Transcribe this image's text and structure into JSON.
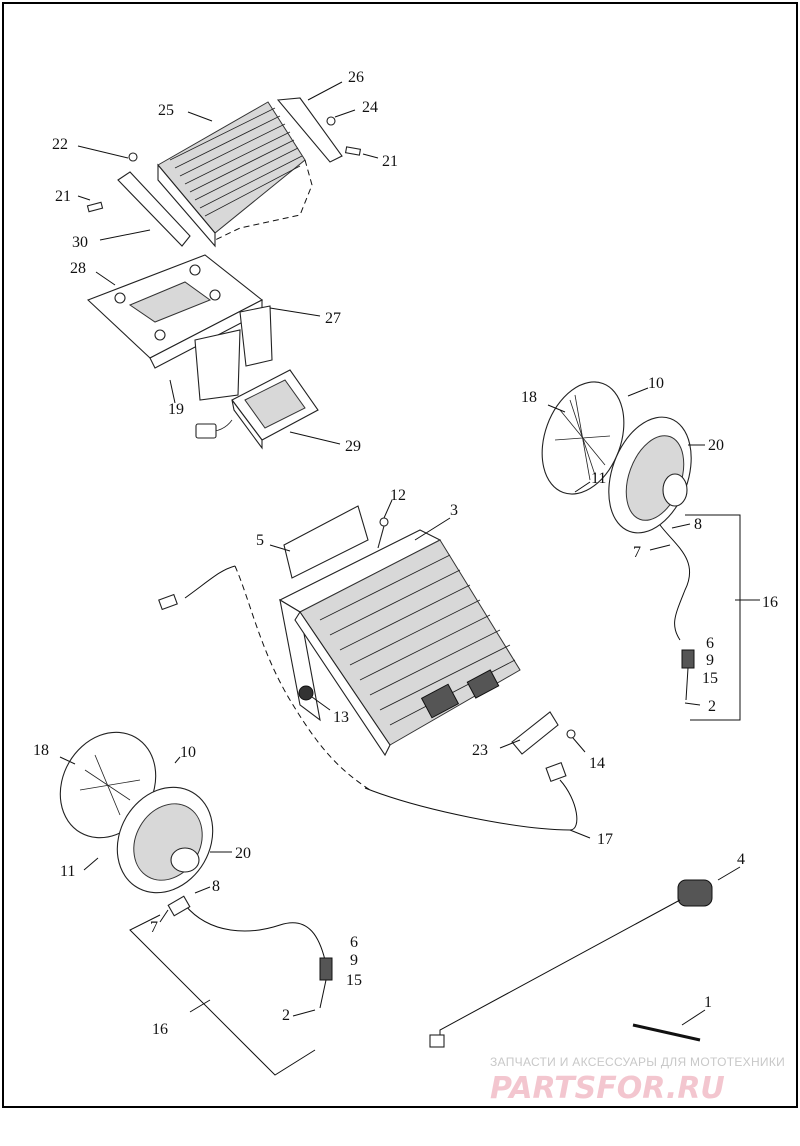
{
  "callouts": [
    {
      "n": "1"
    },
    {
      "n": "2"
    },
    {
      "n": "2"
    },
    {
      "n": "3"
    },
    {
      "n": "4"
    },
    {
      "n": "5"
    },
    {
      "n": "6"
    },
    {
      "n": "9"
    },
    {
      "n": "15"
    },
    {
      "n": "6"
    },
    {
      "n": "9"
    },
    {
      "n": "15"
    },
    {
      "n": "7"
    },
    {
      "n": "7"
    },
    {
      "n": "8"
    },
    {
      "n": "8"
    },
    {
      "n": "10"
    },
    {
      "n": "10"
    },
    {
      "n": "11"
    },
    {
      "n": "11"
    },
    {
      "n": "12"
    },
    {
      "n": "13"
    },
    {
      "n": "14"
    },
    {
      "n": "16"
    },
    {
      "n": "16"
    },
    {
      "n": "17"
    },
    {
      "n": "18"
    },
    {
      "n": "18"
    },
    {
      "n": "19"
    },
    {
      "n": "20"
    },
    {
      "n": "20"
    },
    {
      "n": "21"
    },
    {
      "n": "21"
    },
    {
      "n": "22"
    },
    {
      "n": "23"
    },
    {
      "n": "24"
    },
    {
      "n": "25"
    },
    {
      "n": "26"
    },
    {
      "n": "27"
    },
    {
      "n": "28"
    },
    {
      "n": "29"
    },
    {
      "n": "30"
    }
  ],
  "watermark": {
    "tagline": "ЗАПЧАСТИ И АКСЕССУАРЫ ДЛЯ МОТОТЕХНИКИ",
    "logo": "PARTSFOR.RU"
  },
  "colors": {
    "line": "#111111",
    "border": "#000000",
    "watermark_logo": "#f3c6cf",
    "watermark_text": "#c8c8c8"
  }
}
